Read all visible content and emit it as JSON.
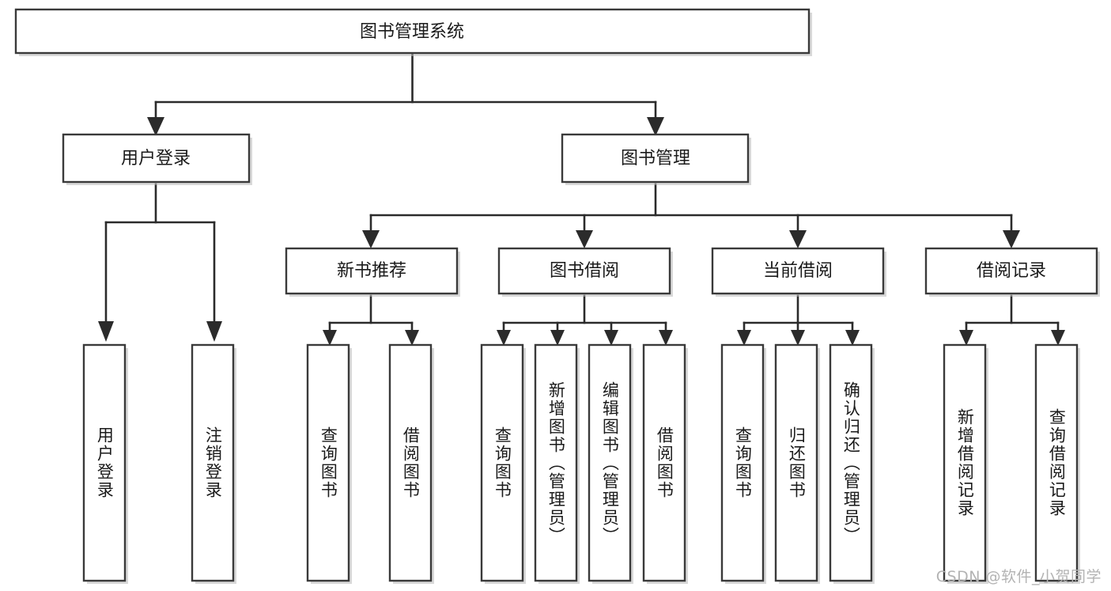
{
  "diagram": {
    "title": "图书管理系统",
    "type": "hierarchy-tree",
    "watermark": "CSDN @软件_小贺同学",
    "colors": {
      "box_stroke": "#3a3a3a",
      "connector": "#2b2b2b",
      "background": "#ffffff",
      "text": "#1a1a1a",
      "watermark": "#b3b3b3"
    },
    "levels": {
      "root": {
        "label": "图书管理系统"
      },
      "level2": [
        {
          "id": "user-login",
          "label": "用户登录"
        },
        {
          "id": "book-manage",
          "label": "图书管理"
        }
      ],
      "level3": [
        {
          "id": "new-book-rec",
          "label": "新书推荐",
          "parent": "book-manage"
        },
        {
          "id": "book-borrow",
          "label": "图书借阅",
          "parent": "book-manage"
        },
        {
          "id": "current-borrow",
          "label": "当前借阅",
          "parent": "book-manage"
        },
        {
          "id": "borrow-record",
          "label": "借阅记录",
          "parent": "book-manage"
        }
      ],
      "leaves": [
        {
          "id": "leaf-user-login",
          "label": "用户登录",
          "parent": "user-login"
        },
        {
          "id": "leaf-user-logout",
          "label": "注销登录",
          "parent": "user-login"
        },
        {
          "id": "leaf-rec-query-book",
          "label": "查询图书",
          "parent": "new-book-rec"
        },
        {
          "id": "leaf-rec-borrow-book",
          "label": "借阅图书",
          "parent": "new-book-rec"
        },
        {
          "id": "leaf-borrow-query-book",
          "label": "查询图书",
          "parent": "book-borrow"
        },
        {
          "id": "leaf-borrow-add-book",
          "label": "新增图书（管理员）",
          "parent": "book-borrow"
        },
        {
          "id": "leaf-borrow-edit-book",
          "label": "编辑图书（管理员）",
          "parent": "book-borrow"
        },
        {
          "id": "leaf-borrow-borrow-book",
          "label": "借阅图书",
          "parent": "book-borrow"
        },
        {
          "id": "leaf-cur-query-book",
          "label": "查询图书",
          "parent": "current-borrow"
        },
        {
          "id": "leaf-cur-return-book",
          "label": "归还图书",
          "parent": "current-borrow"
        },
        {
          "id": "leaf-cur-confirm-return",
          "label": "确认归还（管理员）",
          "parent": "current-borrow"
        },
        {
          "id": "leaf-rec-add-record",
          "label": "新增借阅记录",
          "parent": "borrow-record"
        },
        {
          "id": "leaf-rec-query-record",
          "label": "查询借阅记录",
          "parent": "borrow-record"
        }
      ]
    }
  }
}
